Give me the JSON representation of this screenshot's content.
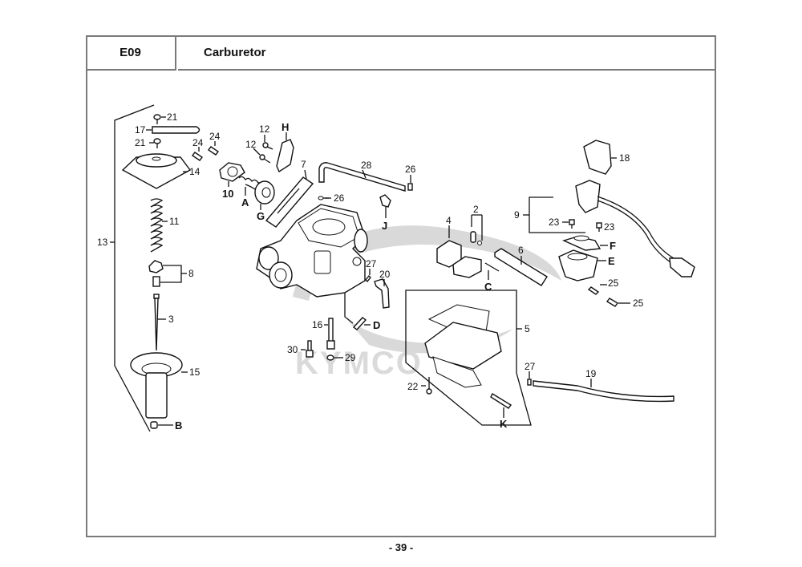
{
  "header": {
    "section_code": "E09",
    "title": "Carburetor"
  },
  "footer": {
    "page_number": "- 39 -"
  },
  "watermark": {
    "text": "KYMCO",
    "color": "#d9d9d9"
  },
  "diagram": {
    "labels": [
      {
        "id": "lbl-21a",
        "text": "21"
      },
      {
        "id": "lbl-17",
        "text": "17"
      },
      {
        "id": "lbl-21b",
        "text": "21"
      },
      {
        "id": "lbl-14",
        "text": "14"
      },
      {
        "id": "lbl-11",
        "text": "11"
      },
      {
        "id": "lbl-13",
        "text": "13"
      },
      {
        "id": "lbl-8",
        "text": "8"
      },
      {
        "id": "lbl-3",
        "text": "3"
      },
      {
        "id": "lbl-15",
        "text": "15"
      },
      {
        "id": "lbl-B",
        "text": "B"
      },
      {
        "id": "lbl-24a",
        "text": "24"
      },
      {
        "id": "lbl-24b",
        "text": "24"
      },
      {
        "id": "lbl-10",
        "text": "10"
      },
      {
        "id": "lbl-A",
        "text": "A"
      },
      {
        "id": "lbl-G",
        "text": "G"
      },
      {
        "id": "lbl-12a",
        "text": "12"
      },
      {
        "id": "lbl-12b",
        "text": "12"
      },
      {
        "id": "lbl-H",
        "text": "H"
      },
      {
        "id": "lbl-7",
        "text": "7"
      },
      {
        "id": "lbl-28",
        "text": "28"
      },
      {
        "id": "lbl-26a",
        "text": "26"
      },
      {
        "id": "lbl-26b",
        "text": "26"
      },
      {
        "id": "lbl-J",
        "text": "J"
      },
      {
        "id": "lbl-27a",
        "text": "27"
      },
      {
        "id": "lbl-20",
        "text": "20"
      },
      {
        "id": "lbl-16",
        "text": "16"
      },
      {
        "id": "lbl-D",
        "text": "D"
      },
      {
        "id": "lbl-30",
        "text": "30"
      },
      {
        "id": "lbl-29",
        "text": "29"
      },
      {
        "id": "lbl-4",
        "text": "4"
      },
      {
        "id": "lbl-2",
        "text": "2"
      },
      {
        "id": "lbl-C",
        "text": "C"
      },
      {
        "id": "lbl-6",
        "text": "6"
      },
      {
        "id": "lbl-5",
        "text": "5"
      },
      {
        "id": "lbl-22",
        "text": "22"
      },
      {
        "id": "lbl-K",
        "text": "K"
      },
      {
        "id": "lbl-27b",
        "text": "27"
      },
      {
        "id": "lbl-19",
        "text": "19"
      },
      {
        "id": "lbl-18",
        "text": "18"
      },
      {
        "id": "lbl-9",
        "text": "9"
      },
      {
        "id": "lbl-23a",
        "text": "23"
      },
      {
        "id": "lbl-23b",
        "text": "23"
      },
      {
        "id": "lbl-F",
        "text": "F"
      },
      {
        "id": "lbl-E",
        "text": "E"
      },
      {
        "id": "lbl-25a",
        "text": "25"
      },
      {
        "id": "lbl-25b",
        "text": "25"
      }
    ]
  }
}
